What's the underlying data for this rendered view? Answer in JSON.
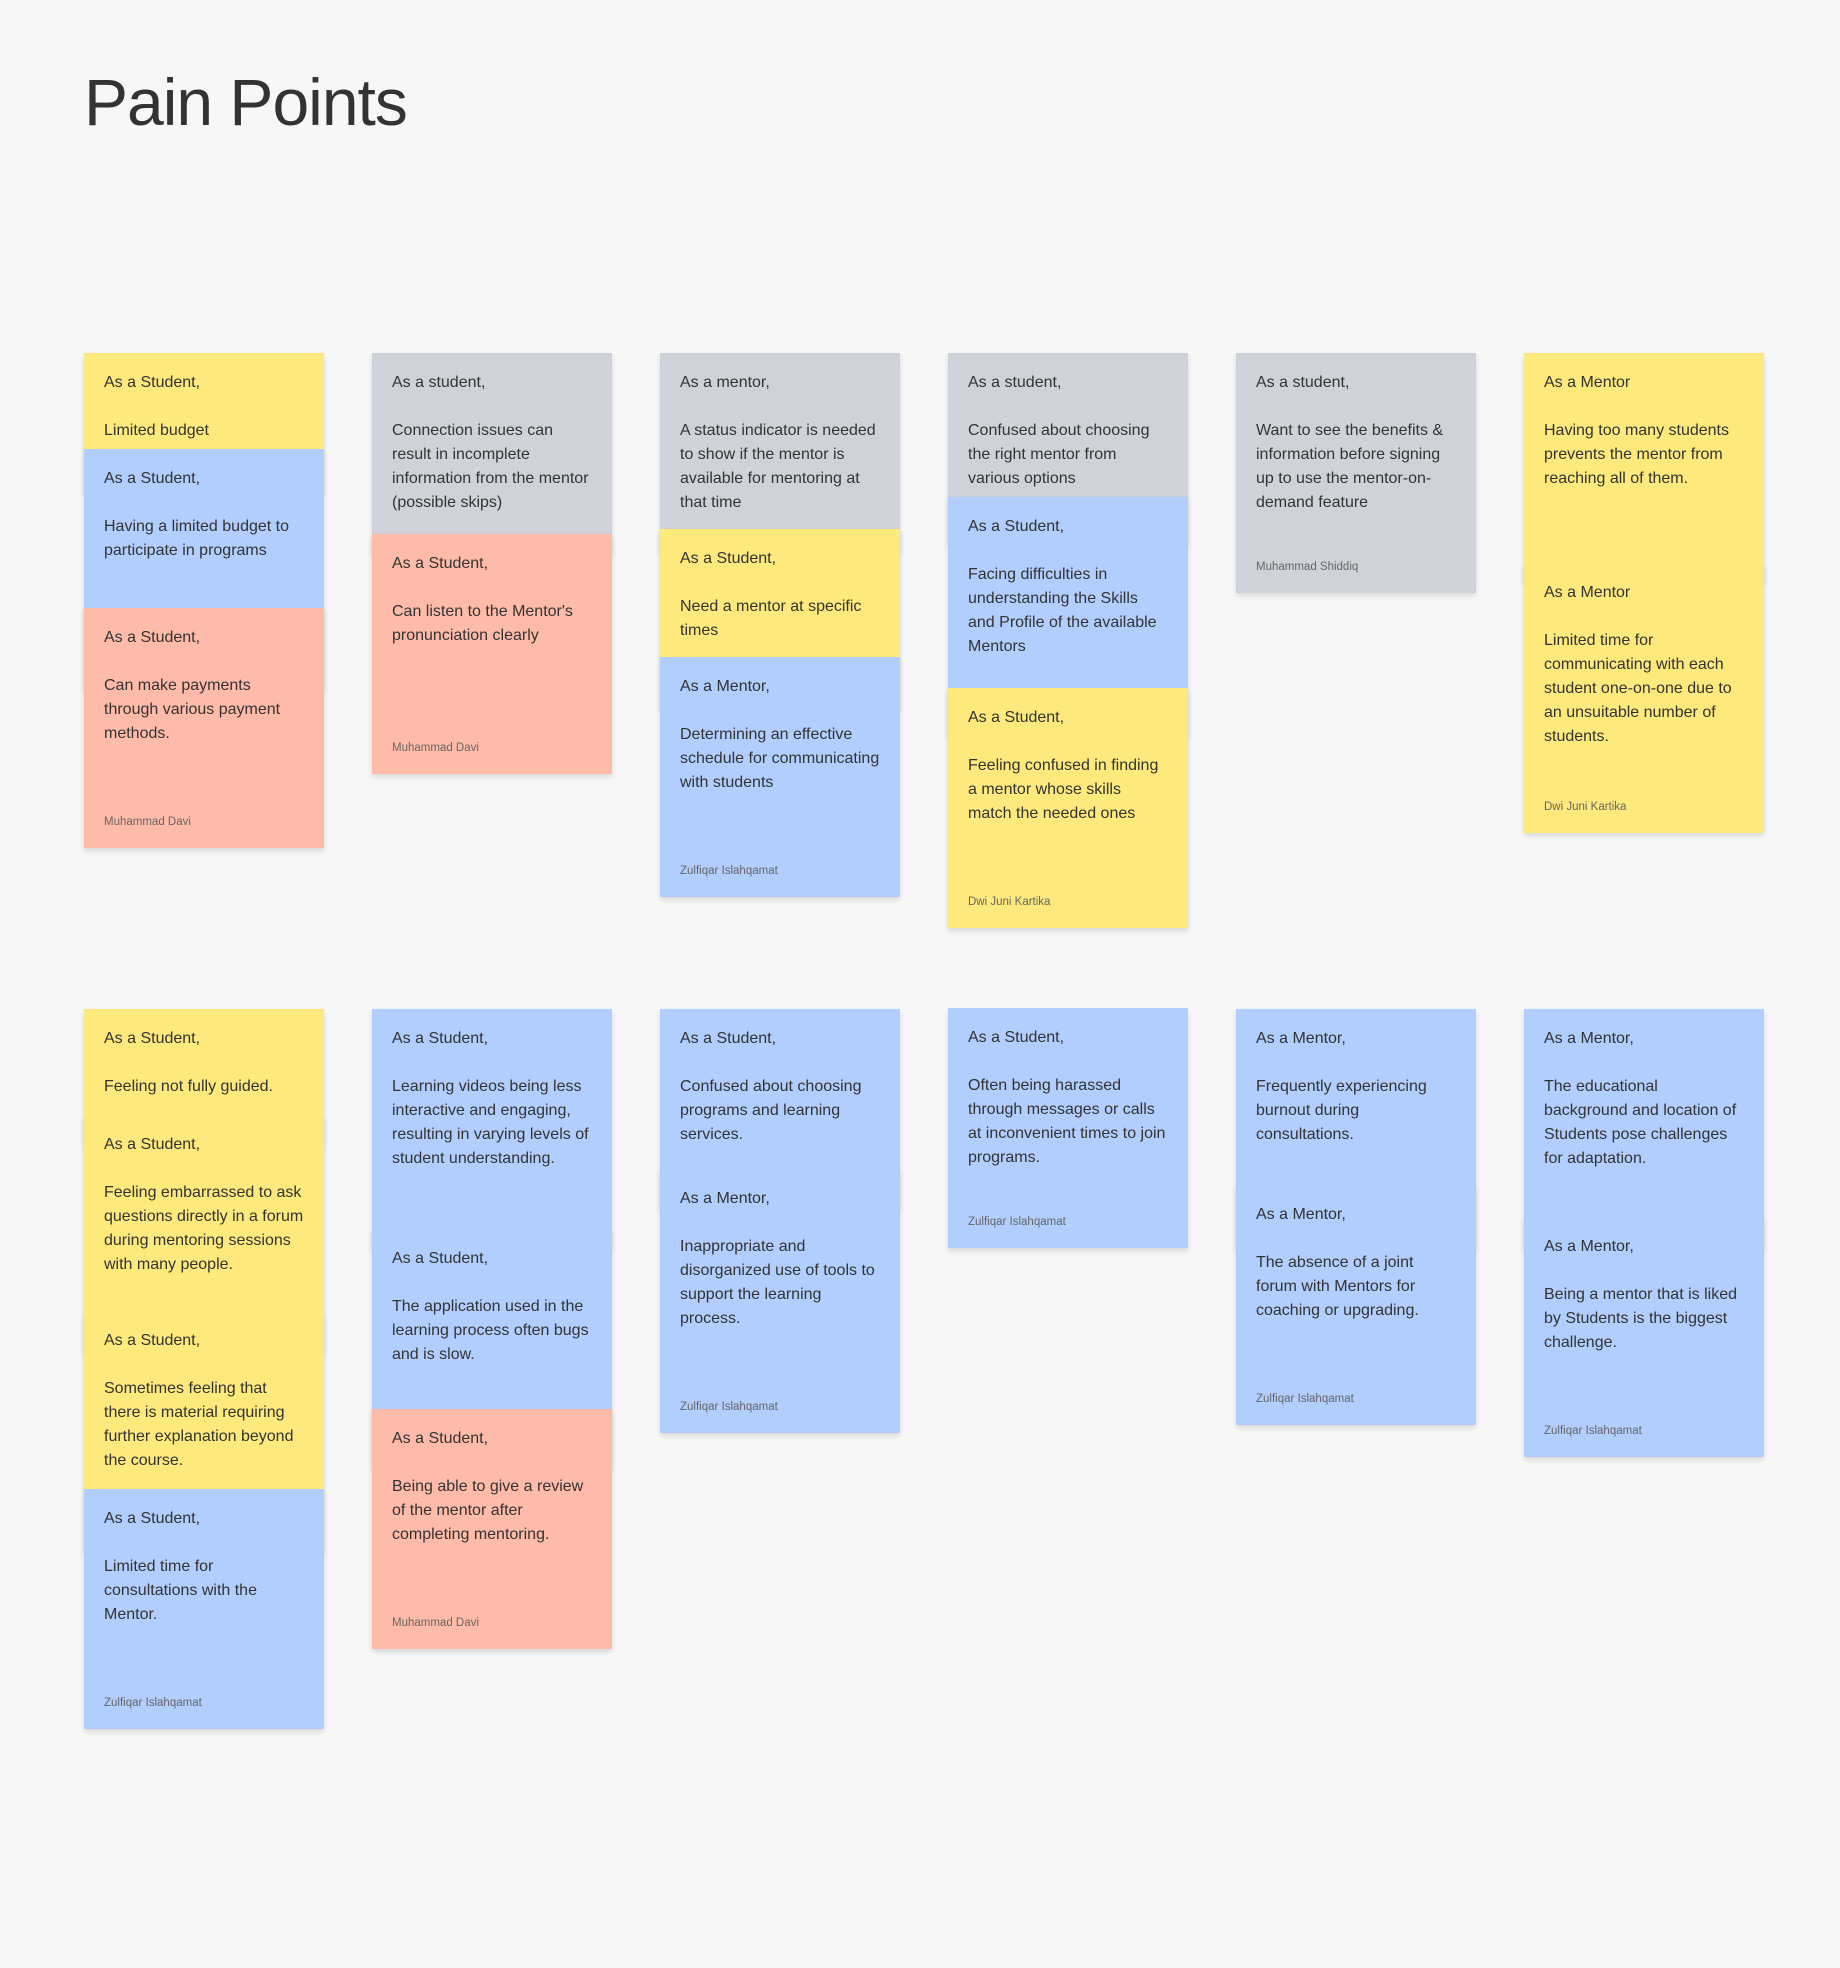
{
  "page": {
    "title": "Pain Points"
  },
  "notes": [
    {
      "role": "As a Student,",
      "text": "Limited budget",
      "author": "",
      "color": "#fee97c"
    },
    {
      "role": "As a Student,",
      "text": "Having a limited budget to participate in programs",
      "author": "",
      "color": "#b1cefe"
    },
    {
      "role": "As a Student,",
      "text": "Can make payments through various payment methods.",
      "author": "Muhammad Davi",
      "color": "#ffbba9"
    },
    {
      "role": "As a student,",
      "text": "Connection issues can result in incomplete information from the mentor (possible skips)",
      "author": "",
      "color": "#cfd3d9"
    },
    {
      "role": "As a Student,",
      "text": "Can listen to the Mentor's pronunciation clearly",
      "author": "Muhammad Davi",
      "color": "#ffbba9"
    },
    {
      "role": "As a mentor,",
      "text": "A status indicator is needed to show if the mentor is available for mentoring at that time",
      "author": "",
      "color": "#cfd3d9"
    },
    {
      "role": "As a Student,",
      "text": "Need a mentor at specific times",
      "author": "",
      "color": "#fee97c"
    },
    {
      "role": "As a Mentor,",
      "text": "Determining an effective schedule for communicating with students",
      "author": "Zulfiqar Islahqamat",
      "color": "#b1cefe"
    },
    {
      "role": "As a student,",
      "text": "Confused about choosing the right mentor from various options",
      "author": "",
      "color": "#cfd3d9"
    },
    {
      "role": "As a Student,",
      "text": "Facing difficulties in understanding the Skills and Profile of the available Mentors",
      "author": "",
      "color": "#b1cefe"
    },
    {
      "role": "As a Student,",
      "text": "Feeling confused in finding a mentor whose skills match the needed ones",
      "author": "Dwi Juni Kartika",
      "color": "#fee97c"
    },
    {
      "role": "As a student,",
      "text": "Want to see the benefits & information before signing up to use the mentor-on-demand feature",
      "author": "Muhammad Shiddiq",
      "color": "#cfd3d9"
    },
    {
      "role": "As a Mentor",
      "text": "Having too many students prevents the mentor from reaching all of them.",
      "author": "",
      "color": "#fee97c"
    },
    {
      "role": "As a Mentor",
      "text": "Limited time for communicating with each student one-on-one due to an unsuitable number of students.",
      "author": "Dwi Juni Kartika",
      "color": "#fee97c"
    },
    {
      "role": "As a Student,",
      "text": "Feeling not fully guided.",
      "author": "",
      "color": "#fee97c"
    },
    {
      "role": "As a Student,",
      "text": "Feeling embarrassed to ask questions directly in a forum during mentoring sessions with many people.",
      "author": "",
      "color": "#fee97c"
    },
    {
      "role": "As a Student,",
      "text": "Sometimes feeling that there is material requiring further explanation beyond the course.",
      "author": "",
      "color": "#fee97c"
    },
    {
      "role": "As a Student,",
      "text": "Limited time for consultations with the Mentor.",
      "author": "Zulfiqar Islahqamat",
      "color": "#b1cefe"
    },
    {
      "role": "As a Student,",
      "text": "Learning videos being less interactive and engaging, resulting in varying levels of student understanding.",
      "author": "",
      "color": "#b1cefe"
    },
    {
      "role": "As a Student,",
      "text": "The application used in the learning process often bugs and is slow.",
      "author": "",
      "color": "#b1cefe"
    },
    {
      "role": "As a Student,",
      "text": "Being able to give a review of the mentor after completing mentoring.",
      "author": "Muhammad Davi",
      "color": "#ffbba9"
    },
    {
      "role": "As a Student,",
      "text": "Confused about choosing programs and learning services.",
      "author": "",
      "color": "#b1cefe"
    },
    {
      "role": "As a Mentor,",
      "text": "Inappropriate and disorganized use of tools to support the learning process.",
      "author": "Zulfiqar Islahqamat",
      "color": "#b1cefe"
    },
    {
      "role": "As a Student,",
      "text": "Often being harassed through messages or calls at inconvenient times to join programs.",
      "author": "Zulfiqar Islahqamat",
      "color": "#b1cefe"
    },
    {
      "role": "As a Mentor,",
      "text": "Frequently experiencing burnout during consultations.",
      "author": "",
      "color": "#b1cefe"
    },
    {
      "role": "As a Mentor,",
      "text": "The absence of a joint forum with Mentors for coaching or upgrading.",
      "author": "Zulfiqar Islahqamat",
      "color": "#b1cefe"
    },
    {
      "role": "As a Mentor,",
      "text": "The educational background and location of Students pose challenges for adaptation.",
      "author": "",
      "color": "#b1cefe"
    },
    {
      "role": "As a Mentor,",
      "text": "Being a mentor that is liked by Students is the biggest challenge.",
      "author": "Zulfiqar Islahqamat",
      "color": "#b1cefe"
    }
  ]
}
